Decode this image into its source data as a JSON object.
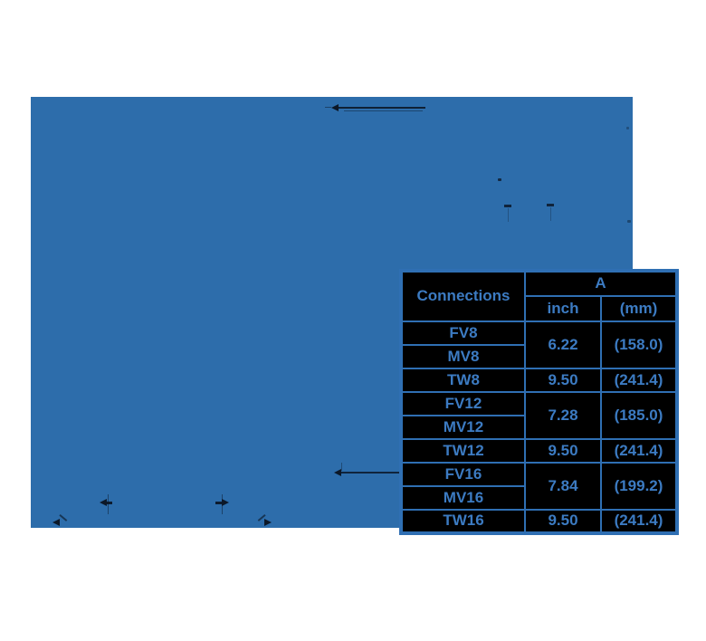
{
  "colors": {
    "panel_blue": "#2d6dab",
    "table_border": "#2f6fb3",
    "table_background": "#000000",
    "table_text": "#3c7bc2",
    "line_fragment": "#0c1828"
  },
  "diagram": {
    "description": "solid blue drawing panel with faint dimension-line and arrow fragments"
  },
  "table": {
    "header": {
      "connections": "Connections",
      "a": "A",
      "inch": "inch",
      "mm": "(mm)"
    },
    "groups": [
      {
        "connections": [
          "FV8",
          "MV8"
        ],
        "inch": "6.22",
        "mm": "(158.0)"
      },
      {
        "connections": [
          "TW8"
        ],
        "inch": "9.50",
        "mm": "(241.4)"
      },
      {
        "connections": [
          "FV12",
          "MV12"
        ],
        "inch": "7.28",
        "mm": "(185.0)"
      },
      {
        "connections": [
          "TW12"
        ],
        "inch": "9.50",
        "mm": "(241.4)"
      },
      {
        "connections": [
          "FV16",
          "MV16"
        ],
        "inch": "7.84",
        "mm": "(199.2)"
      },
      {
        "connections": [
          "TW16"
        ],
        "inch": "9.50",
        "mm": "(241.4)"
      }
    ]
  }
}
